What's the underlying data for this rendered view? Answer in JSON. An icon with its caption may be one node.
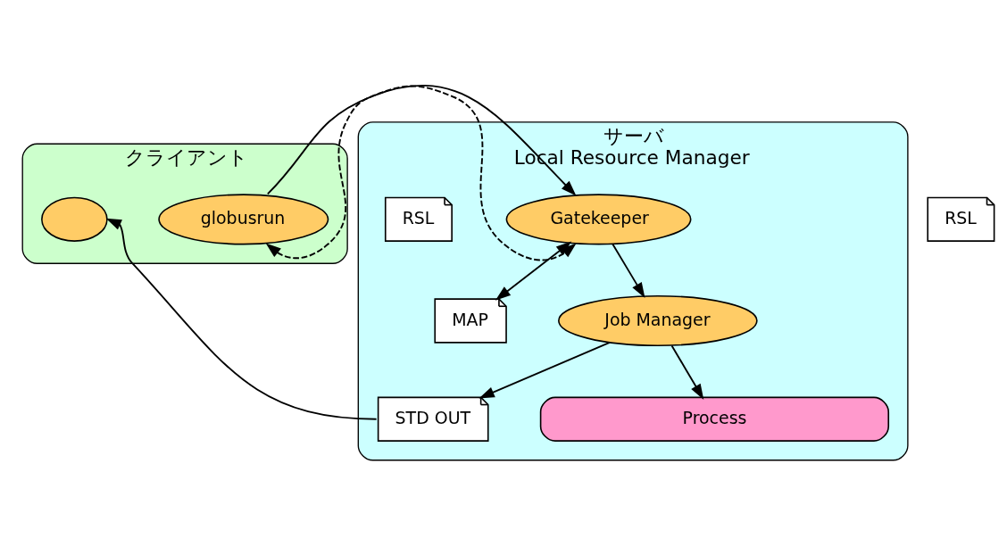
{
  "diagram": {
    "nodes": [
      {
        "text": [
          "クライアント"
        ]
      },
      {
        "text": [
          "globusrun"
        ],
        "in": 0
      },
      {
        "text": [],
        "shape": "ellipse",
        "in": 0
      },
      {
        "text": [
          "サーバ",
          "Local Resource Manager"
        ]
      },
      {
        "text": [
          "RSL"
        ]
      },
      {
        "text": [
          "Gatekeeper"
        ],
        "in": 3
      },
      {
        "text": [
          "MAP"
        ],
        "in": 3
      },
      {
        "text": [
          "RSL"
        ],
        "in": 3
      },
      {
        "text": [
          "Job Manager"
        ],
        "in": 3
      },
      {
        "text": [
          "STD OUT"
        ],
        "in": 3
      },
      {
        "text": [
          "Process"
        ],
        "in": 3
      }
    ],
    "edges": [
      {
        "from": 1,
        "to": 5,
        "arrow": "to"
      },
      {
        "from": 1,
        "to": 5,
        "arrow": "both",
        "style": "dashed"
      },
      {
        "from": 5,
        "to": 6,
        "arrow": "both"
      },
      {
        "from": 5,
        "to": 8,
        "arrow": "to"
      },
      {
        "from": 8,
        "to": 9,
        "arrow": "to"
      },
      {
        "from": 9,
        "to": 2,
        "arrow": "to"
      },
      {
        "from": 8,
        "to": 10,
        "arrow": "to"
      }
    ]
  }
}
